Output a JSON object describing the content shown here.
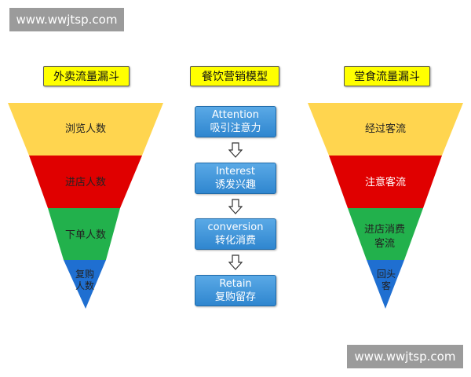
{
  "watermark": "www.wwjtsp.com",
  "left_funnel": {
    "title": "外卖流量漏斗",
    "layers": [
      {
        "label": "浏览人数",
        "color": "#ffd54f"
      },
      {
        "label": "进店人数",
        "color": "#e00000"
      },
      {
        "label": "下单人数",
        "color": "#22b14c"
      },
      {
        "label": "复购人数",
        "color": "#1f6fd1"
      }
    ]
  },
  "center_model": {
    "title": "餐饮营销模型",
    "steps": [
      {
        "en": "Attention",
        "zh": "吸引注意力"
      },
      {
        "en": "Interest",
        "zh": "诱发兴趣"
      },
      {
        "en": "conversion",
        "zh": "转化消费"
      },
      {
        "en": "Retain",
        "zh": "复购留存"
      }
    ]
  },
  "right_funnel": {
    "title": "堂食流量漏斗",
    "layers": [
      {
        "label": "经过客流",
        "color": "#ffd54f"
      },
      {
        "label": "注意客流",
        "color": "#e00000"
      },
      {
        "label": "进店消费客流",
        "color": "#22b14c"
      },
      {
        "label": "回头客",
        "color": "#1f6fd1"
      }
    ]
  },
  "colors": {
    "title_bg": "#ffff00",
    "step_bg": "#3b8fd6",
    "watermark_bg": "#9b9b9b"
  }
}
